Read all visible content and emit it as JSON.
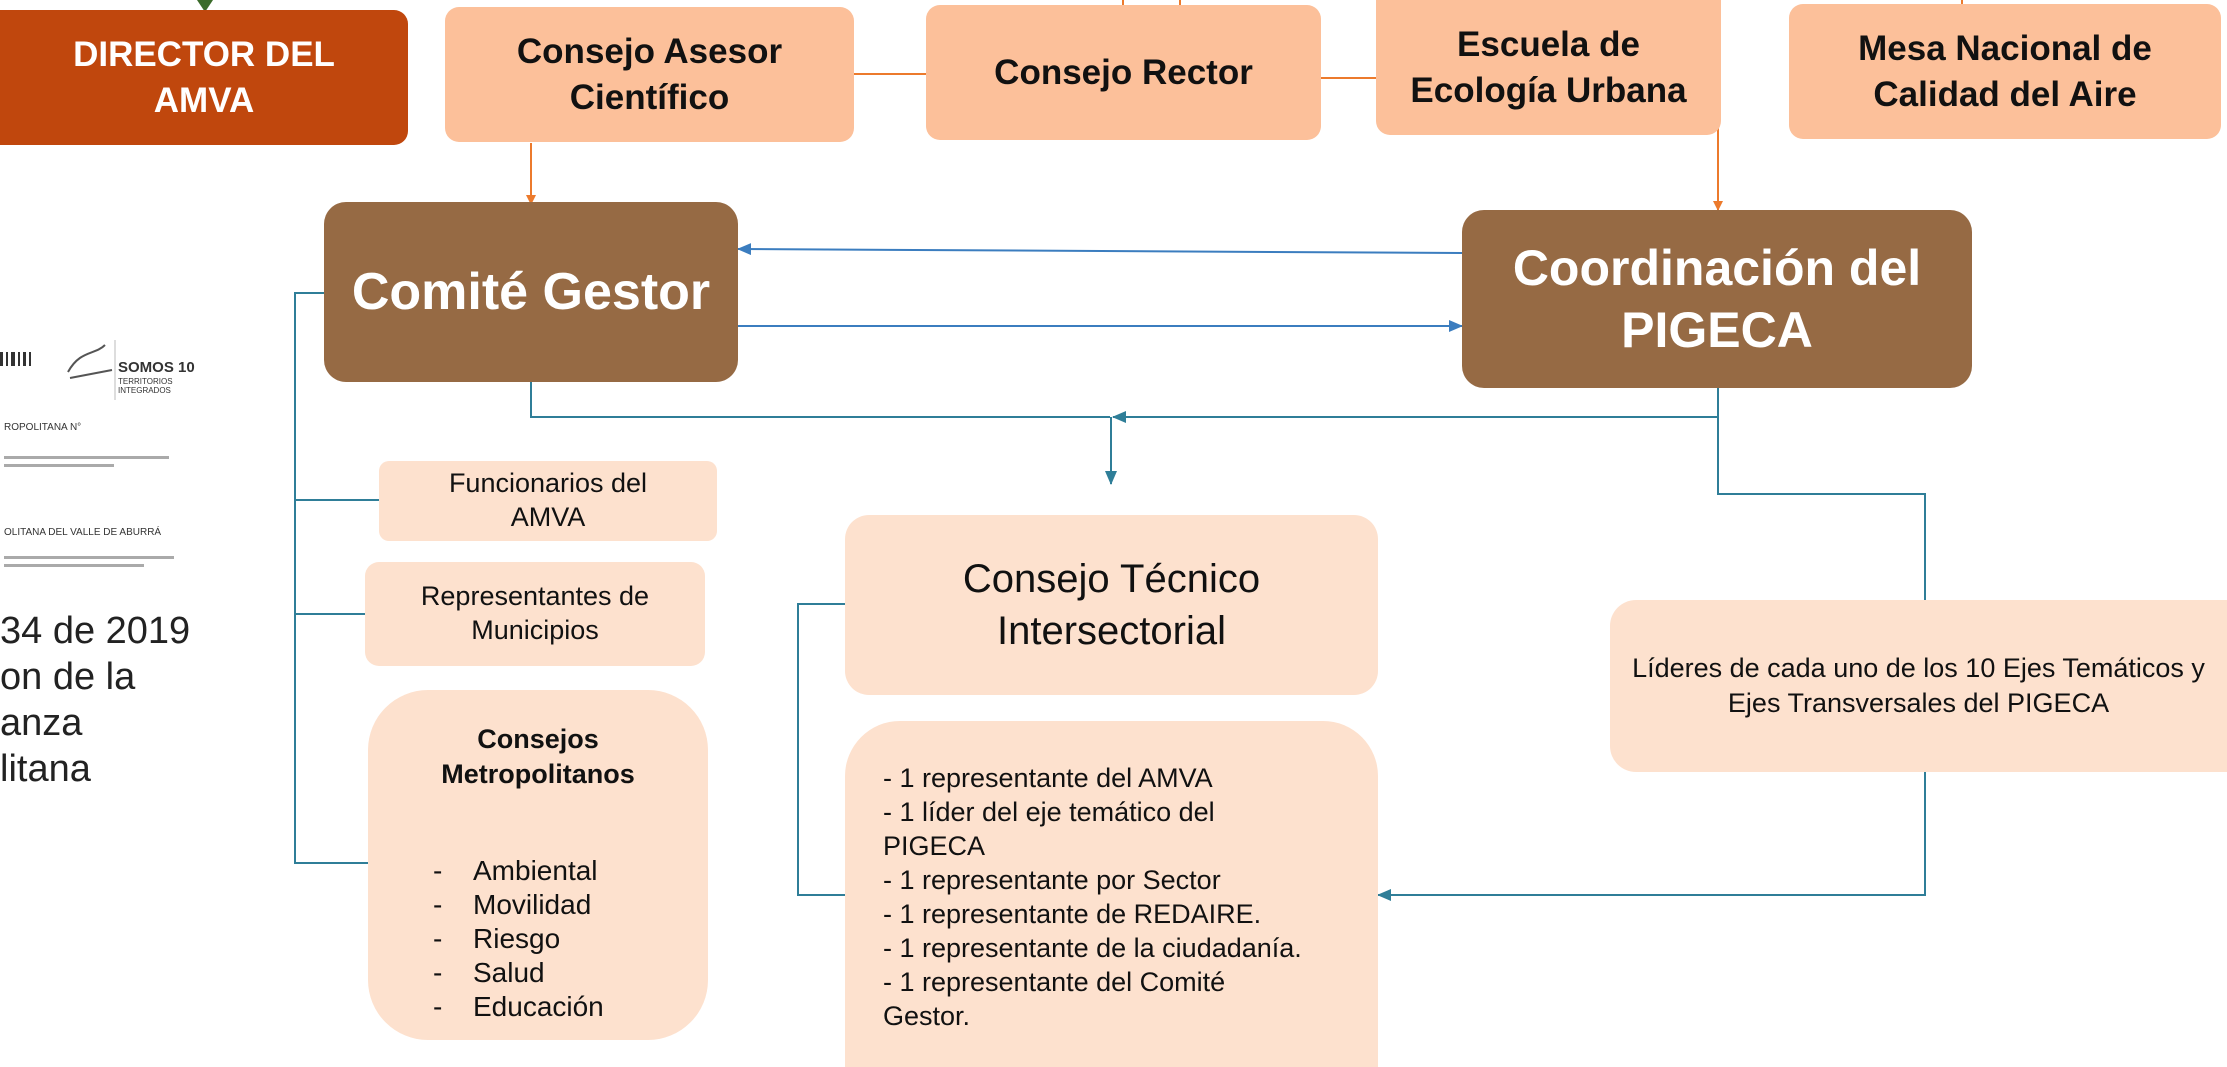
{
  "colors": {
    "peach": "#fcc09a",
    "rust": "#c0470d",
    "brown": "#966a44",
    "light": "#fde1ce",
    "orange_line": "#ec7a2c",
    "blue_line": "#3b7dbf",
    "teal_line": "#2f7e98"
  },
  "top_row": {
    "director": "DIRECTOR DEL AMVA",
    "consejo_asesor": "Consejo Asesor Científico",
    "consejo_rector": "Consejo Rector",
    "escuela": "Escuela de Ecología Urbana",
    "mesa": "Mesa Nacional de Calidad del Aire"
  },
  "comite_gestor": "Comité Gestor",
  "coordinacion": "Coordinación del PIGECA",
  "left_members": {
    "funcionarios": "Funcionarios del AMVA",
    "representantes": "Representantes de Municipios",
    "consejos_title": "Consejos Metropolitanos",
    "consejos_items": [
      "Ambiental",
      "Movilidad",
      "Riesgo",
      "Salud",
      "Educación"
    ]
  },
  "consejo_tecnico": {
    "title": "Consejo Técnico Intersectorial",
    "members": [
      "- 1 representante del AMVA",
      "- 1 líder del eje temático del PIGECA",
      "- 1 representante por Sector",
      "- 1 representante de REDAIRE.",
      "- 1 representante de la ciudadanía.",
      "- 1 representante del Comité Gestor."
    ]
  },
  "lideres": "Líderes de cada uno de los 10 Ejes Temáticos y Ejes Transversales del PIGECA",
  "resolution": {
    "lines": [
      "34 de 2019",
      "on de la",
      "anza",
      "litana"
    ],
    "doc_logo": "SOMOS 10",
    "doc_logo_sub": "TERRITORIOS INTEGRADOS",
    "doc_heading_1": "ROPOLITANA N°",
    "doc_heading_2": "OLITANA DEL VALLE DE ABURRÁ"
  }
}
